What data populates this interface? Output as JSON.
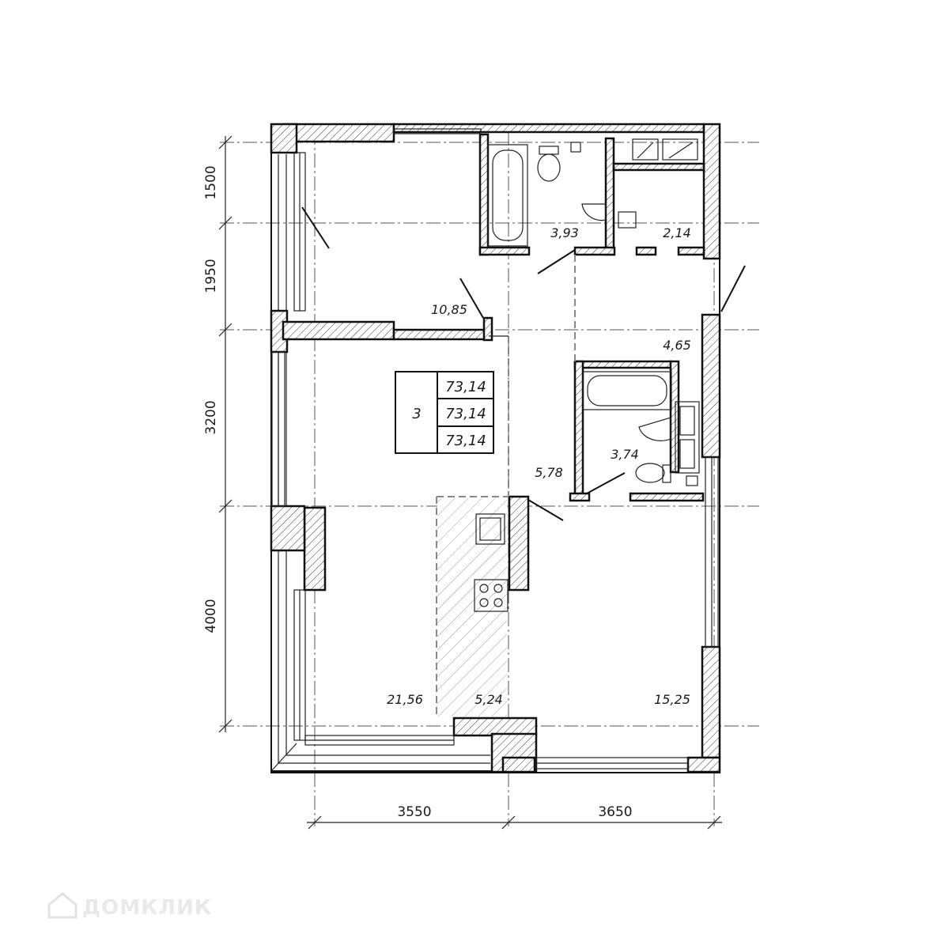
{
  "watermark": {
    "text": "ДОМКЛИК",
    "icon": "house-logo-icon"
  },
  "dimensions": {
    "left": [
      "1500",
      "1950",
      "3200",
      "4000"
    ],
    "bottom": [
      "3550",
      "3650"
    ]
  },
  "rooms": {
    "bedroom_top": "10,85",
    "bathroom_top": "3,93",
    "storage": "2,14",
    "hall": "4,65",
    "corridor": "5,78",
    "bathroom_mid": "3,74",
    "living": "21,56",
    "kitchen": "5,24",
    "bedroom_bottom": "15,25"
  },
  "summary": {
    "rooms_count": "3",
    "area_total": "73,14",
    "area_living": "73,14",
    "area_full": "73,14"
  }
}
